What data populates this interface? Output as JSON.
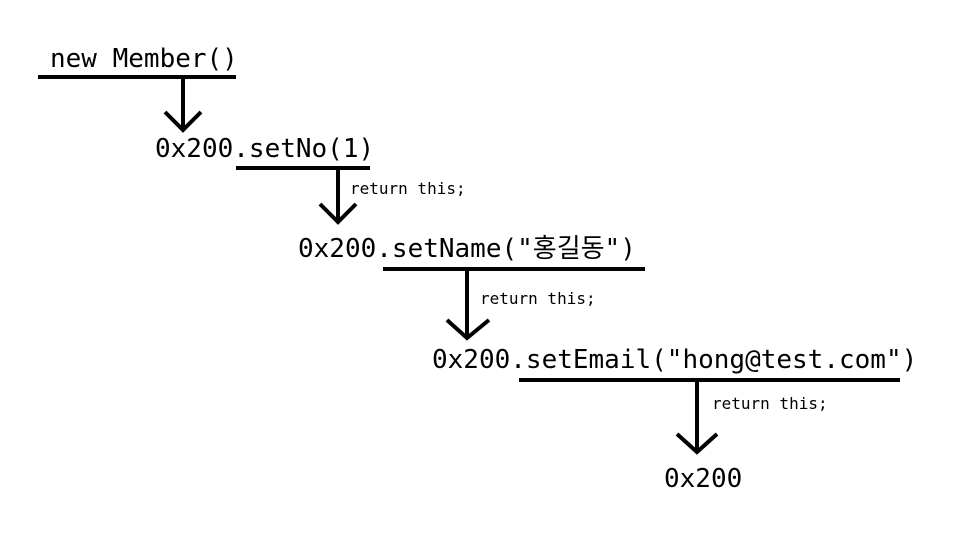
{
  "diagram": {
    "steps": [
      {
        "code": "new Member()"
      },
      {
        "code": "0x200.setNo(1)",
        "note": "return this;"
      },
      {
        "code": "0x200.setName(\"홍길동\")",
        "note": "return this;"
      },
      {
        "code": "0x200.setEmail(\"hong@test.com\")",
        "note": "return this;"
      },
      {
        "code": "0x200"
      }
    ]
  }
}
